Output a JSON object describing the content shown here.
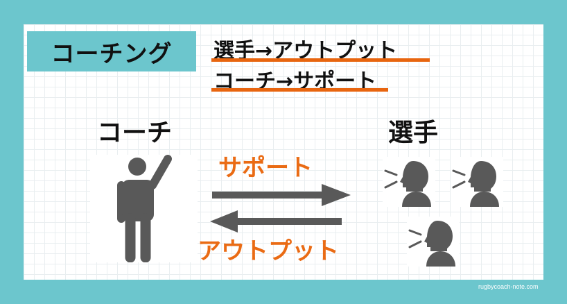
{
  "title": "コーチング",
  "rules": [
    "選手→アウトプット",
    "コーチ→サポート"
  ],
  "roles": {
    "coach": "コーチ",
    "players": "選手"
  },
  "arrows": {
    "support": "サポート",
    "output": "アウトプット"
  },
  "credit": "rugbycoach-note.com",
  "colors": {
    "frame": "#6cc6cd",
    "accent": "#e8650f",
    "figure": "#595959"
  },
  "icons": {
    "coach": "person-raising-hand-icon",
    "player": "person-speaking-icon"
  }
}
